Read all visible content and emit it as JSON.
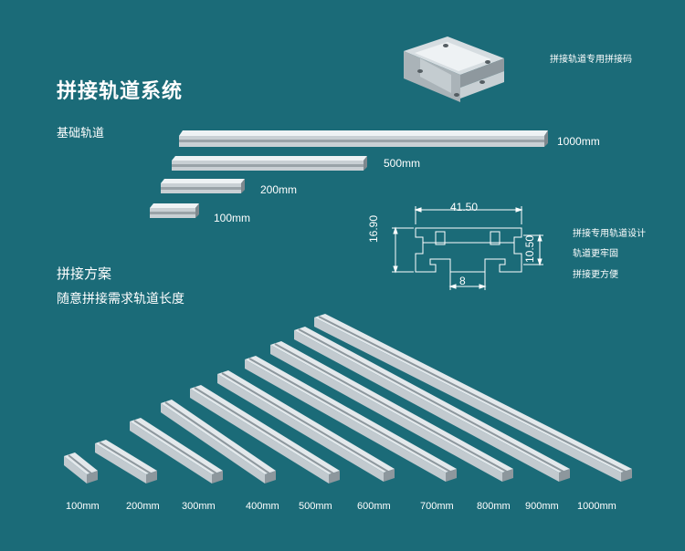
{
  "title": "拼接轨道系统",
  "connector_label": "拼接轨道专用拼接码",
  "basic_rail_label": "基础轨道",
  "splice_heading": "拼接方案",
  "splice_desc": "随意拼接需求轨道长度",
  "basic_rails": [
    {
      "label": "1000mm"
    },
    {
      "label": "500mm"
    },
    {
      "label": "200mm"
    },
    {
      "label": "100mm"
    }
  ],
  "profile": {
    "width_dim": "41.50",
    "height_dim": "16.90",
    "inner_dim": "10.50",
    "slot_dim": "8",
    "features": [
      "拼接专用轨道设计",
      "轨道更牢固",
      "拼接更方便"
    ]
  },
  "splice_lengths": [
    "100mm",
    "200mm",
    "300mm",
    "400mm",
    "500mm",
    "600mm",
    "700mm",
    "800mm",
    "900mm",
    "1000mm"
  ],
  "colors": {
    "background": "#1b6b78",
    "rail_light": "#e4e9ec",
    "rail_mid": "#c2cacf",
    "rail_dark": "#8d979d",
    "drawing_line": "#ffffff"
  }
}
